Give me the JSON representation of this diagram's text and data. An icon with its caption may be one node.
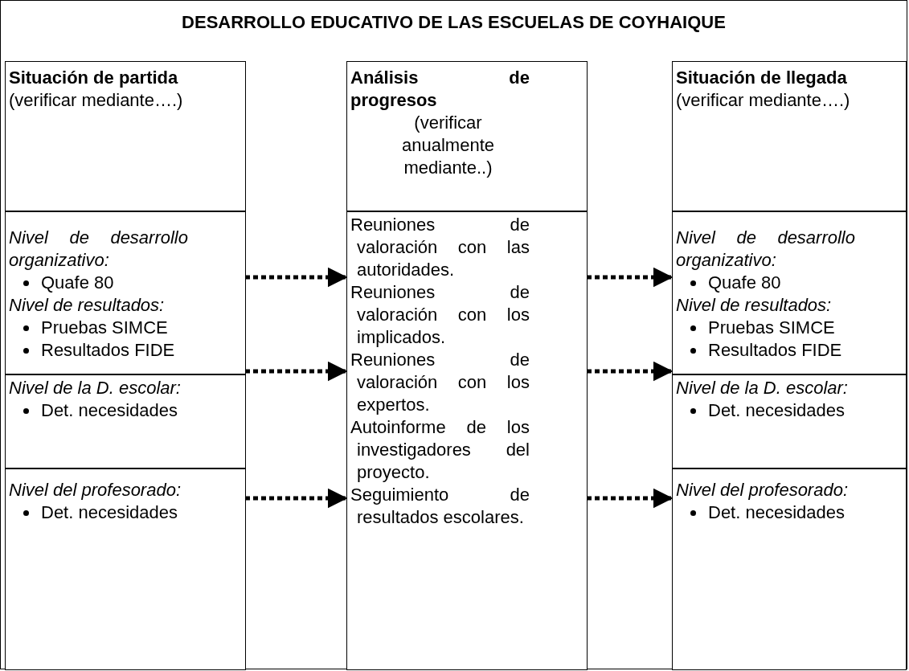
{
  "diagram": {
    "title": "DESARROLLO EDUCATIVO DE LAS ESCUELAS DE COYHAIQUE",
    "nodes": [
      {
        "text": [],
        "shape": "box"
      },
      {
        "text": [
          "Situación de partida",
          "(verificar mediante….)"
        ],
        "in": 0
      },
      {
        "text": [
          "Análisis de progresos",
          "(verificar anualmente mediante..)"
        ],
        "in": 0
      },
      {
        "text": [
          "Situación de llegada",
          "(verificar mediante….)"
        ],
        "in": 0
      },
      {
        "text": [
          "Nivel de desarrollo organizativo:",
          "Quafe 80",
          "Nivel de resultados:",
          "Pruebas SIMCE",
          "Resultados FIDE"
        ],
        "in": 0
      },
      {
        "text": [
          "Reuniones de valoración con las autoridades.",
          "Reuniones de valoración con los implicados.",
          "Reuniones de valoración con los expertos.",
          "Autoinforme de los investigadores del proyecto.",
          "Seguimiento de resultados escolares."
        ],
        "in": 0
      },
      {
        "text": [
          "Nivel de desarrollo organizativo:",
          "Quafe 80",
          "Nivel de resultados:",
          "Pruebas SIMCE",
          "Resultados FIDE"
        ],
        "in": 0
      },
      {
        "text": [
          "Nivel de la D. escolar:",
          "Det. necesidades"
        ],
        "in": 0
      },
      {
        "text": [
          "Nivel de la D. escolar:",
          "Det. necesidades"
        ],
        "in": 0
      },
      {
        "text": [
          "Nivel del profesorado:",
          "Det. necesidades"
        ],
        "in": 0
      },
      {
        "text": [
          "Nivel del profesorado:",
          "Det. necesidades"
        ],
        "in": 0
      }
    ],
    "edges": [
      {
        "from": 4,
        "to": 5,
        "arrow": "to",
        "style": "dashed"
      },
      {
        "from": 5,
        "to": 6,
        "arrow": "to",
        "style": "dashed"
      },
      {
        "from": 7,
        "to": 5,
        "arrow": "to",
        "style": "dashed"
      },
      {
        "from": 5,
        "to": 8,
        "arrow": "to",
        "style": "dashed"
      },
      {
        "from": 9,
        "to": 5,
        "arrow": "to",
        "style": "dashed"
      },
      {
        "from": 5,
        "to": 10,
        "arrow": "to",
        "style": "dashed"
      }
    ]
  }
}
